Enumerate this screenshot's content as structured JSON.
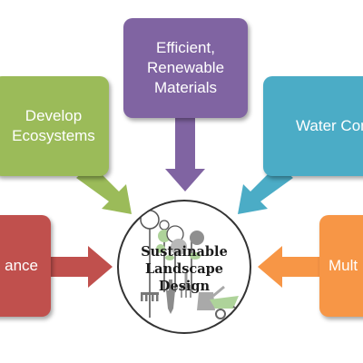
{
  "diagram": {
    "center_label": "Sustainable\nLandscape Design",
    "nodes": {
      "top": {
        "label": "Efficient,\nRenewable\nMaterials",
        "color": "#8064a2"
      },
      "upper_left": {
        "label": "Develop\nEcosystems",
        "color": "#9bbb59"
      },
      "upper_right": {
        "label": "Water\nConservation",
        "color": "#4bacc6"
      },
      "lower_left": {
        "label": "ise\nance",
        "color": "#c0504d"
      },
      "lower_right": {
        "label": "Mult",
        "color": "#f79646"
      }
    },
    "icons": {
      "center": "garden-tools-and-plants-icon"
    }
  }
}
